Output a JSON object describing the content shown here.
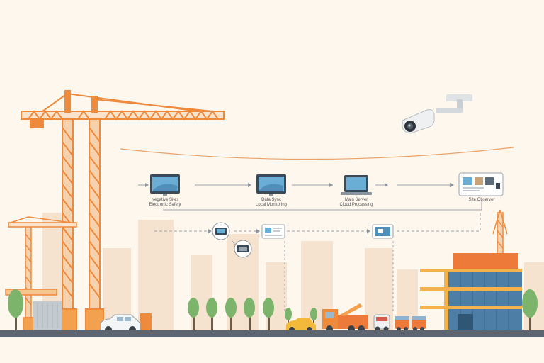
{
  "diagram": {
    "top_nodes": [
      {
        "id": "node-monitor-1",
        "icon": "monitor-icon",
        "label": "Negative Sites\nElectronic Safety"
      },
      {
        "id": "node-monitor-2",
        "icon": "monitor-icon",
        "label": "Data Sync\nLocal Monitoring"
      },
      {
        "id": "node-laptop",
        "icon": "laptop-icon",
        "label": "Main Server\nCloud Processing"
      },
      {
        "id": "node-dashboard",
        "icon": "dashboard-icon",
        "label": "Site Observer"
      }
    ],
    "mid_nodes": [
      {
        "id": "node-tablet-circle",
        "icon": "tablet-icon"
      },
      {
        "id": "node-camera-circle",
        "icon": "camera-small-icon"
      },
      {
        "id": "node-report-card",
        "icon": "report-icon"
      },
      {
        "id": "node-image-card",
        "icon": "image-icon"
      }
    ]
  },
  "colors": {
    "background": "#fdf7ee",
    "crane": "#ee8a3c",
    "building_glass": "#4d7fa6",
    "building_frame": "#f3b24a",
    "tree": "#7cb46b",
    "road": "#5d6670",
    "skyline": "#f6e3cf",
    "line": "#9aa3ab"
  },
  "icons": [
    "security-camera-icon",
    "tower-crane-icon",
    "office-building-icon",
    "car-icon",
    "truck-icon",
    "tree-icon"
  ]
}
